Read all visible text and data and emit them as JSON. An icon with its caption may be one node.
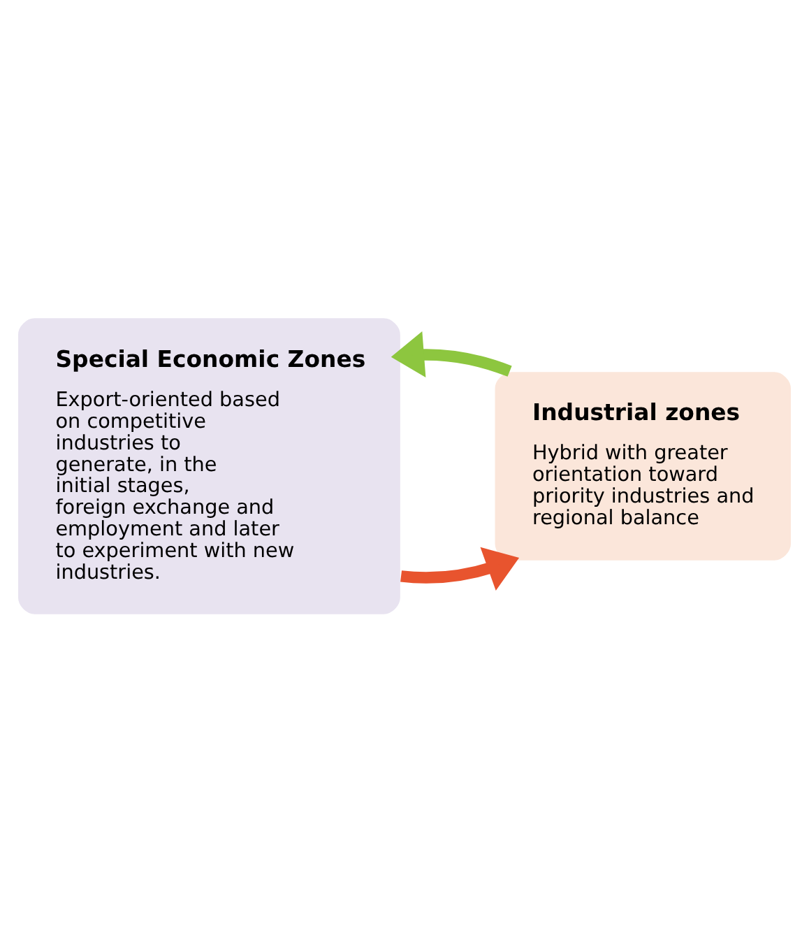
{
  "diagram": {
    "nodes": [
      {
        "text": [
          "Special Economic Zones",
          "Export-oriented based on competitive industries to generate, in the initial stages, foreign exchange and employment and later to experiment with new industries."
        ]
      },
      {
        "text": [
          "Industrial zones",
          "Hybrid with greater orientation toward priority industries and regional balance"
        ]
      }
    ],
    "edges": [
      {
        "from": 0,
        "to": 1,
        "arrow": "to",
        "color": "#e8542e"
      },
      {
        "from": 1,
        "to": 0,
        "arrow": "to",
        "color": "#8dc63f"
      }
    ]
  }
}
